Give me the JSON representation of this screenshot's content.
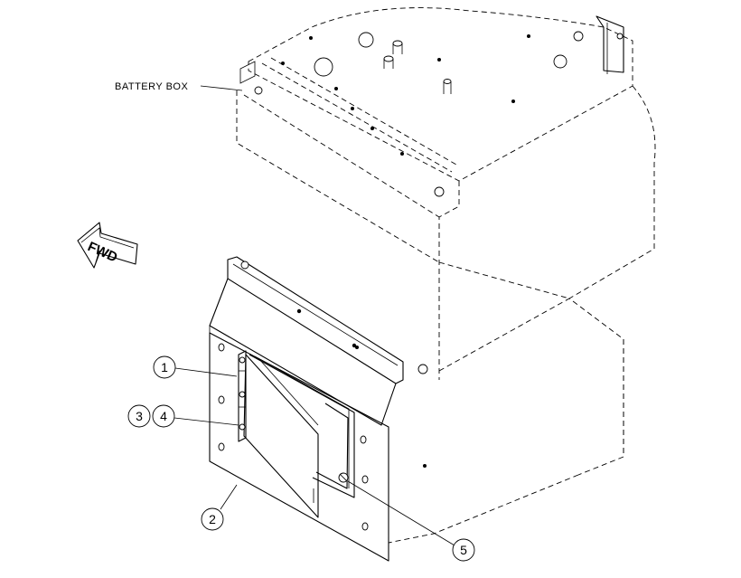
{
  "callouts": {
    "battery_box": "BATTERY BOX",
    "fwd": "FWD",
    "items": [
      "1",
      "2",
      "3",
      "4",
      "5"
    ]
  }
}
